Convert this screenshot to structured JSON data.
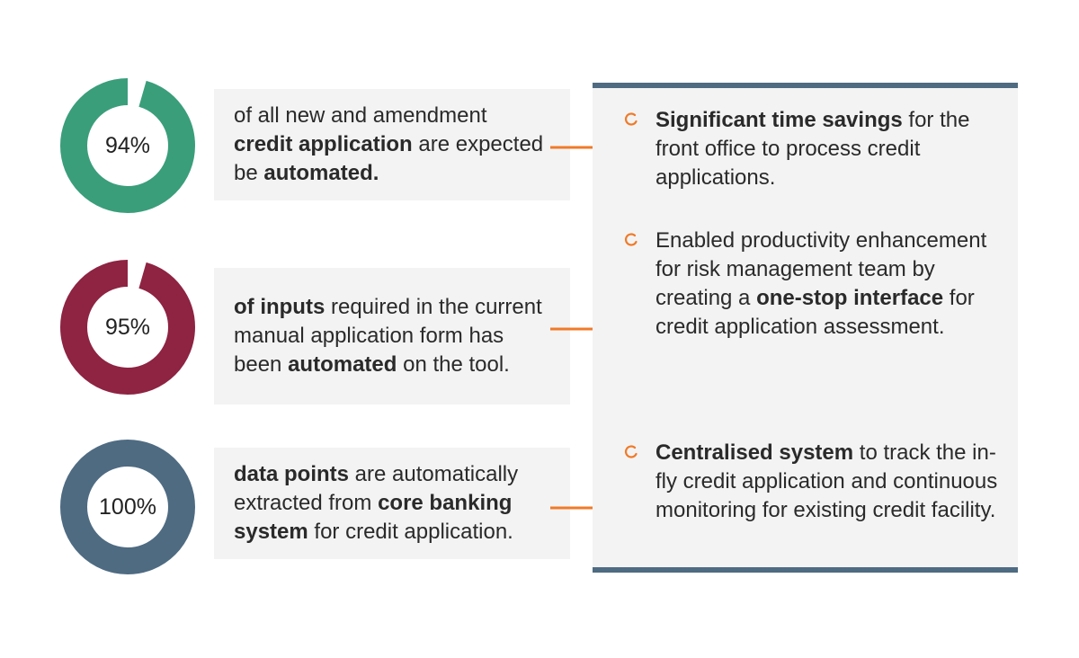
{
  "colors": {
    "green": "#3a9e7b",
    "crimson": "#8e2342",
    "slate": "#4e6b82",
    "orange": "#f07a28",
    "box_bg": "#f3f3f3"
  },
  "stats": [
    {
      "percent_label": "94%",
      "percent": 94,
      "color": "#3a9e7b",
      "segments": [
        {
          "text": "of all new and amendment ",
          "bold": false
        },
        {
          "text": "credit application",
          "bold": true
        },
        {
          "text": " are expected be ",
          "bold": false
        },
        {
          "text": "automated.",
          "bold": true
        }
      ]
    },
    {
      "percent_label": "95%",
      "percent": 95,
      "color": "#8e2342",
      "segments": [
        {
          "text": "of inputs",
          "bold": true
        },
        {
          "text": " required in the current manual application form has been ",
          "bold": false
        },
        {
          "text": "automated",
          "bold": true
        },
        {
          "text": " on the tool.",
          "bold": false
        }
      ]
    },
    {
      "percent_label": "100%",
      "percent": 100,
      "color": "#4e6b82",
      "segments": [
        {
          "text": "data points",
          "bold": true
        },
        {
          "text": " are automatically extracted from ",
          "bold": false
        },
        {
          "text": "core banking system",
          "bold": true
        },
        {
          "text": " for credit application.",
          "bold": false
        }
      ]
    }
  ],
  "benefits": [
    {
      "icon": "circle-arc-bullet-icon",
      "segments": [
        {
          "text": "Significant time savings",
          "bold": true
        },
        {
          "text": " for the front office to process credit applications.",
          "bold": false
        }
      ]
    },
    {
      "icon": "circle-arc-bullet-icon",
      "segments": [
        {
          "text": "Enabled productivity enhancement for risk management team by creating a ",
          "bold": false
        },
        {
          "text": "one-stop interface",
          "bold": true
        },
        {
          "text": " for credit application assessment.",
          "bold": false
        }
      ]
    },
    {
      "icon": "circle-arc-bullet-icon",
      "segments": [
        {
          "text": "Centralised system",
          "bold": true
        },
        {
          "text": " to track the in-fly credit application and continuous monitoring for existing credit facility.",
          "bold": false
        }
      ]
    }
  ]
}
